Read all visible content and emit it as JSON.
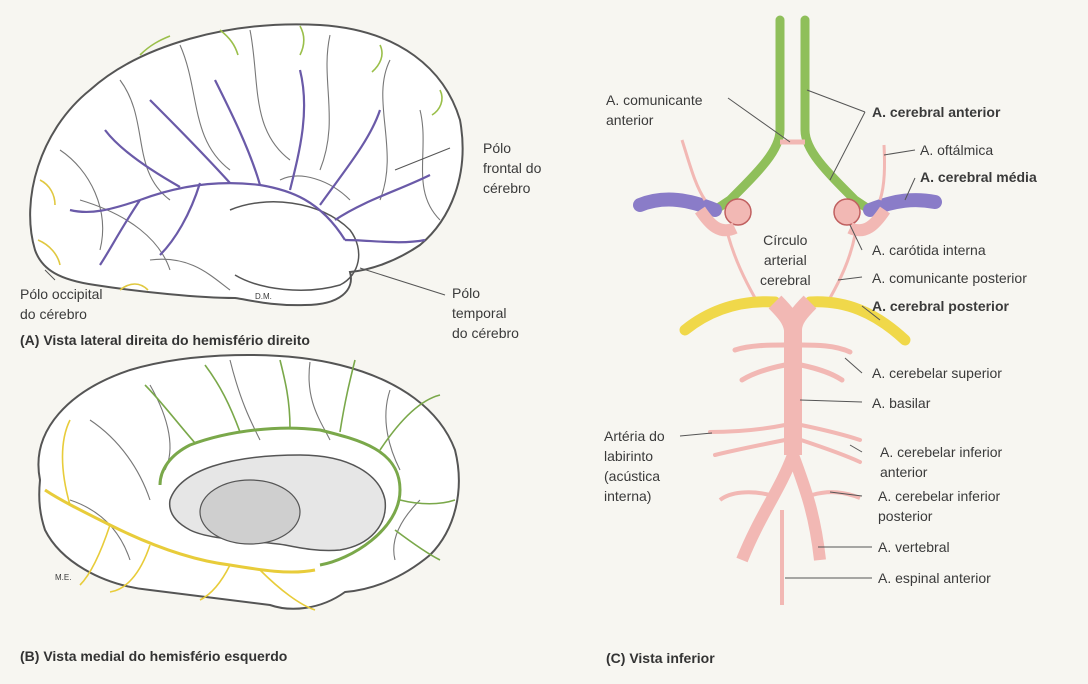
{
  "panel_a": {
    "caption": "(A) Vista lateral direita do hemisfério direito",
    "frontal_pole": [
      "Pólo",
      "frontal do",
      "cérebro"
    ],
    "occipital_pole": [
      "Pólo occipital",
      "do cérebro"
    ],
    "temporal_pole": [
      "Pólo",
      "temporal",
      "do cérebro"
    ],
    "signature": "D.M."
  },
  "panel_b": {
    "caption": "(B) Vista medial do hemisfério esquerdo",
    "signature": "M.E."
  },
  "panel_c": {
    "caption": "(C) Vista inferior",
    "circle_label": [
      "Círculo",
      "arterial",
      "cerebral"
    ],
    "labyrinth_label": [
      "Artéria do",
      "labirinto",
      "(acústica",
      "interna)"
    ],
    "labels": {
      "comunicante_anterior": [
        "A. comunicante",
        "anterior"
      ],
      "cerebral_anterior": "A. cerebral anterior",
      "oftalmica": "A. oftálmica",
      "cerebral_media": "A. cerebral média",
      "carotida_interna": "A. carótida interna",
      "comunicante_posterior": "A. comunicante posterior",
      "cerebral_posterior": "A. cerebral posterior",
      "cerebelar_superior": "A. cerebelar superior",
      "basilar": "A. basilar",
      "cerebelar_inf_anterior": [
        "A. cerebelar inferior",
        "anterior"
      ],
      "cerebelar_inf_posterior": [
        "A. cerebelar inferior",
        "posterior"
      ],
      "vertebral": "A. vertebral",
      "espinal_anterior": "A. espinal anterior"
    }
  },
  "colors": {
    "anterior_green": "#8fbf5a",
    "middle_purple": "#8a7cc8",
    "posterior_yellow": "#f0d84a",
    "pink_vessels": "#f2b8b4",
    "brain_vessel_purple": "#6a5aa8"
  }
}
